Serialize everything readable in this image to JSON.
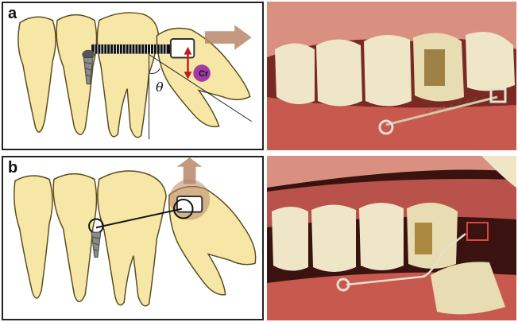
{
  "figure": {
    "panel_a": {
      "label": "a",
      "cr_label": "Cr",
      "angle_label": "θ"
    },
    "panel_b": {
      "label": "b"
    }
  },
  "colors": {
    "tooth_fill": "#f6e7a6",
    "tooth_stroke": "#5a4a1c",
    "arrow_brown": "#b9876a",
    "force_red": "#c41a1a",
    "cr_purple": "#a23aa8",
    "gum": "#c7564f",
    "enamel": "#efe6c8"
  }
}
